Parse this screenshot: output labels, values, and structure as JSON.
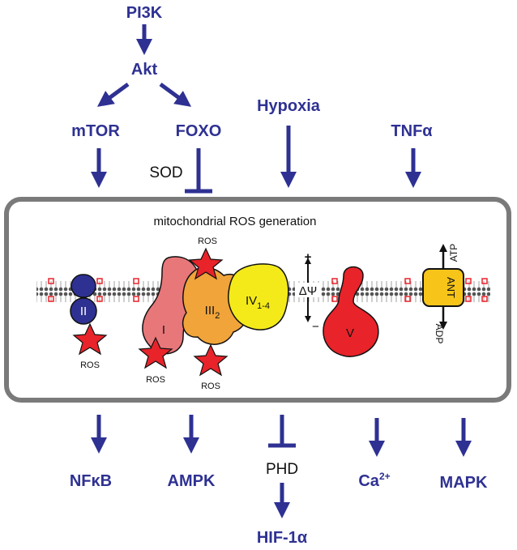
{
  "upstream": {
    "pi3k": "PI3K",
    "akt": "Akt",
    "mtor": "mTOR",
    "foxo": "FOXO",
    "sod": "SOD",
    "hypoxia": "Hypoxia",
    "tnfa": "TNFα"
  },
  "mito": {
    "title": "mitochondrial ROS generation",
    "complex_II": "II",
    "complex_I": "I",
    "complex_III": "III",
    "complex_III_sub": "2",
    "complex_IV": "IV",
    "complex_IV_sub": "1-4",
    "complex_V": "V",
    "ant": "ANT",
    "atp": "ATP",
    "adp": "ADP",
    "delta_psi": "ΔΨ",
    "plus": "+",
    "minus": "−",
    "ros": "ROS"
  },
  "downstream": {
    "nfkb": "NFκB",
    "ampk": "AMPK",
    "phd": "PHD",
    "hif": "HIF-1α",
    "ca": "Ca",
    "ca_sup": "2+",
    "mapk": "MAPK"
  },
  "colors": {
    "arrow_blue": "#2e3192",
    "label_blue": "#2e3192",
    "complex_II": "#2e3192",
    "complex_I": "#e8777a",
    "complex_III": "#f0a43a",
    "complex_IV": "#f4ea1a",
    "complex_V": "#e8232a",
    "ant": "#f7c51a",
    "ros_star": "#e8232a",
    "membrane_red": "#e8232a",
    "box_border": "#7a7a7a"
  }
}
